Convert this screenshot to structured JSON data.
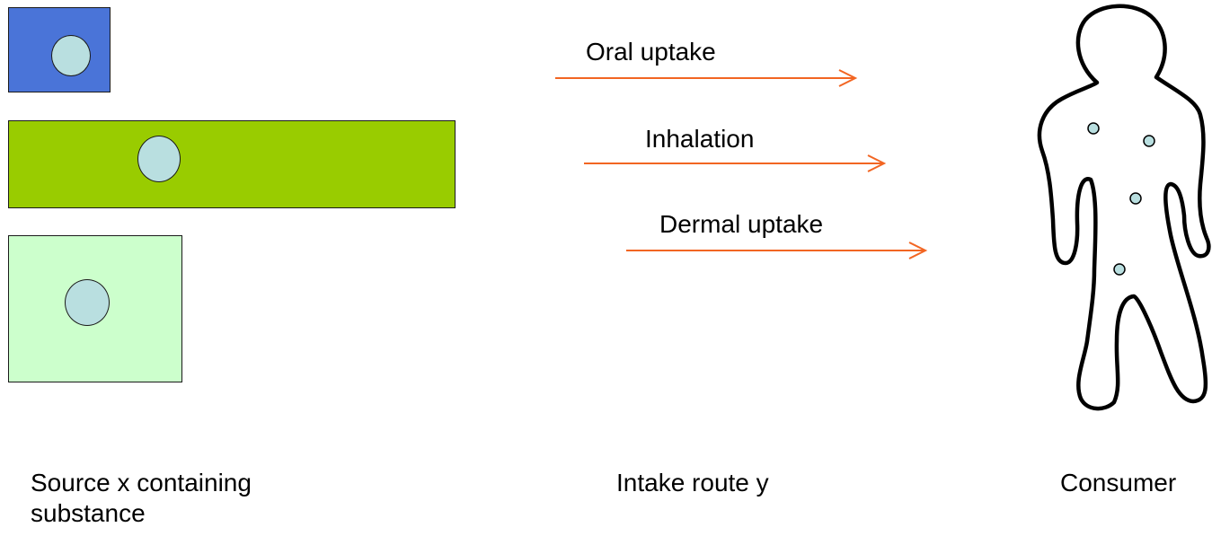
{
  "sources": [
    {
      "name": "source-box-1",
      "color": "#4a74d8"
    },
    {
      "name": "source-box-2",
      "color": "#99cc00"
    },
    {
      "name": "source-box-3",
      "color": "#ccffcc"
    }
  ],
  "particle_color": "#b9dfe0",
  "arrow_color": "#f26522",
  "routes": [
    {
      "label": "Oral uptake"
    },
    {
      "label": "Inhalation"
    },
    {
      "label": "Dermal uptake"
    }
  ],
  "captions": {
    "source_line1": "Source x containing",
    "source_line2": "substance",
    "route": "Intake route y",
    "consumer": "Consumer"
  }
}
